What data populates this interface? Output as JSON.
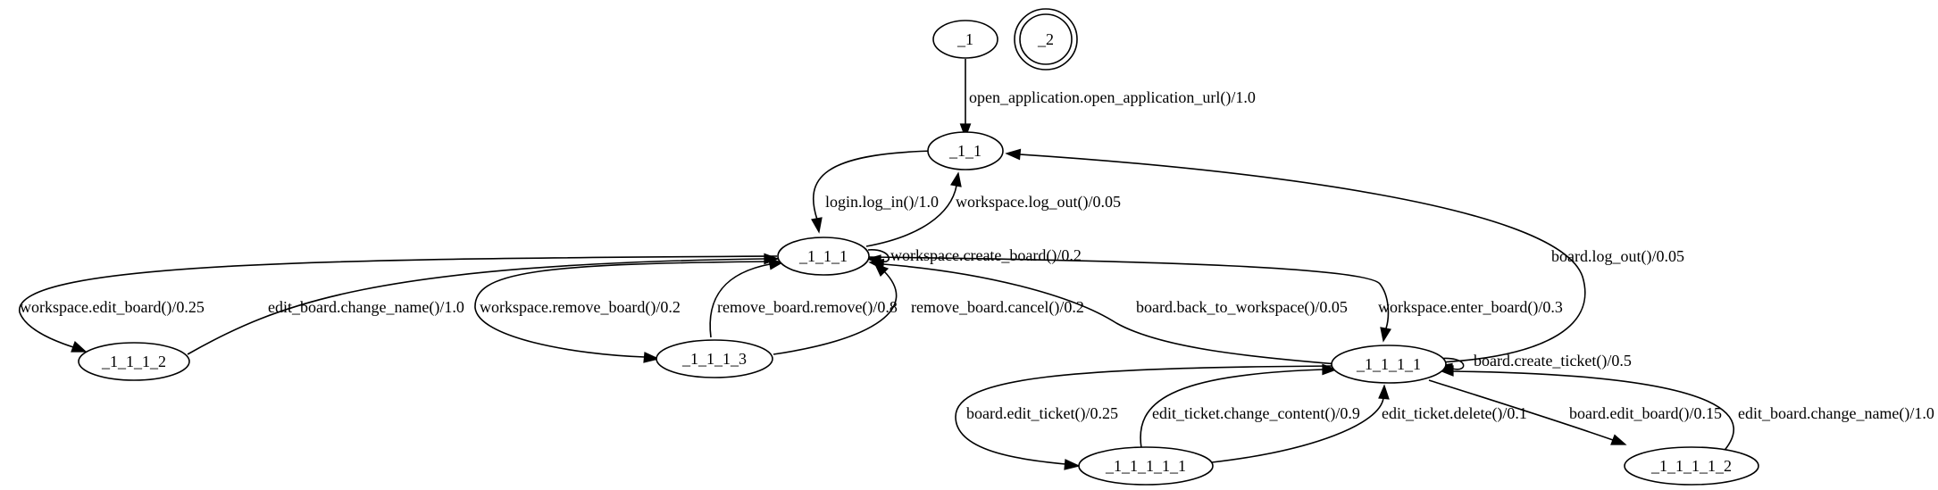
{
  "nodes": [
    {
      "id": "n_1",
      "label": "_1",
      "final": false
    },
    {
      "id": "n_2",
      "label": "_2",
      "final": true
    },
    {
      "id": "n_1_1",
      "label": "_1_1",
      "final": false
    },
    {
      "id": "n_1_1_1",
      "label": "_1_1_1",
      "final": false
    },
    {
      "id": "n_1_1_1_2",
      "label": "_1_1_1_2",
      "final": false
    },
    {
      "id": "n_1_1_1_3",
      "label": "_1_1_1_3",
      "final": false
    },
    {
      "id": "n_1_1_1_1",
      "label": "_1_1_1_1",
      "final": false
    },
    {
      "id": "n_1_1_1_1_1",
      "label": "_1_1_1_1_1",
      "final": false
    },
    {
      "id": "n_1_1_1_1_2",
      "label": "_1_1_1_1_2",
      "final": false
    }
  ],
  "edges": [
    {
      "id": "e1",
      "from": "_1",
      "to": "_1_1",
      "label": "open_application.open_application_url()/1.0"
    },
    {
      "id": "e2",
      "from": "_1_1",
      "to": "_1_1_1",
      "label": "login.log_in()/1.0"
    },
    {
      "id": "e3",
      "from": "_1_1_1",
      "to": "_1_1",
      "label": "workspace.log_out()/0.05"
    },
    {
      "id": "e4",
      "from": "_1_1_1",
      "to": "_1_1_1",
      "label": "workspace.create_board()/0.2"
    },
    {
      "id": "e5",
      "from": "_1_1_1",
      "to": "_1_1_1_2",
      "label": "workspace.edit_board()/0.25"
    },
    {
      "id": "e6",
      "from": "_1_1_1_2",
      "to": "_1_1_1",
      "label": "edit_board.change_name()/1.0"
    },
    {
      "id": "e7",
      "from": "_1_1_1",
      "to": "_1_1_1_3",
      "label": "workspace.remove_board()/0.2"
    },
    {
      "id": "e8",
      "from": "_1_1_1_3",
      "to": "_1_1_1",
      "label": "remove_board.remove()/0.8"
    },
    {
      "id": "e9",
      "from": "_1_1_1_3",
      "to": "_1_1_1",
      "label": "remove_board.cancel()/0.2"
    },
    {
      "id": "e10",
      "from": "_1_1_1_1",
      "to": "_1_1_1",
      "label": "board.back_to_workspace()/0.05"
    },
    {
      "id": "e11",
      "from": "_1_1_1",
      "to": "_1_1_1_1",
      "label": "workspace.enter_board()/0.3"
    },
    {
      "id": "e12",
      "from": "_1_1_1_1",
      "to": "_1_1",
      "label": "board.log_out()/0.05"
    },
    {
      "id": "e13",
      "from": "_1_1_1_1",
      "to": "_1_1_1_1",
      "label": "board.create_ticket()/0.5"
    },
    {
      "id": "e14",
      "from": "_1_1_1_1",
      "to": "_1_1_1_1_1",
      "label": "board.edit_ticket()/0.25"
    },
    {
      "id": "e15",
      "from": "_1_1_1_1_1",
      "to": "_1_1_1_1",
      "label": "edit_ticket.change_content()/0.9"
    },
    {
      "id": "e16",
      "from": "_1_1_1_1_1",
      "to": "_1_1_1_1",
      "label": "edit_ticket.delete()/0.1"
    },
    {
      "id": "e17",
      "from": "_1_1_1_1",
      "to": "_1_1_1_1_2",
      "label": "board.edit_board()/0.15"
    },
    {
      "id": "e18",
      "from": "_1_1_1_1_2",
      "to": "_1_1_1_1",
      "label": "edit_board.change_name()/1.0"
    }
  ]
}
